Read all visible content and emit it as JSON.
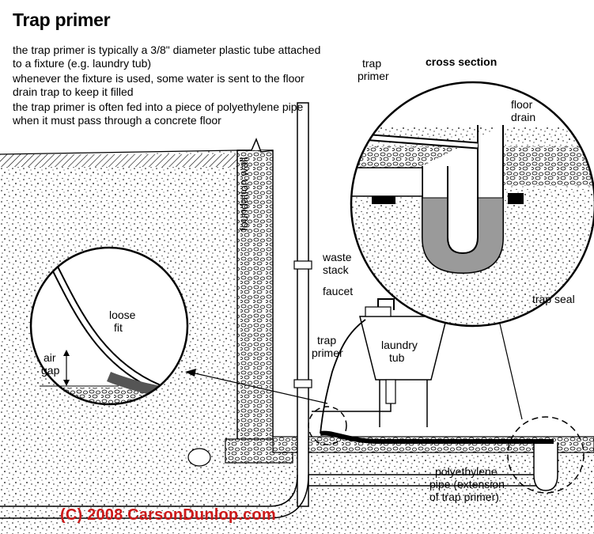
{
  "diagram": {
    "title": "Trap primer",
    "intro": [
      "the trap primer is typically a 3/8\" diameter plastic tube attached to a fixture (e.g. laundry tub)",
      "whenever the fixture is used, some water is sent to the floor drain trap to keep it filled",
      "the trap primer is often fed into a piece of polyethylene pipe when it must pass through a concrete floor"
    ],
    "labels": {
      "cross_section": "cross section",
      "trap_primer_top_1": "trap",
      "trap_primer_top_2": "primer",
      "floor_drain_1": "floor",
      "floor_drain_2": "drain",
      "trap_seal": "trap seal",
      "waste_stack_1": "waste",
      "waste_stack_2": "stack",
      "foundation_wall": "foundation wall",
      "faucet": "faucet",
      "trap_primer_mid_1": "trap",
      "trap_primer_mid_2": "primer",
      "laundry_tub_1": "laundry",
      "laundry_tub_2": "tub",
      "loose_fit_1": "loose",
      "loose_fit_2": "fit",
      "air_gap_1": "air",
      "air_gap_2": "gap",
      "poly_1": "polyethylene",
      "poly_2": "pipe (extension",
      "poly_3": "of trap primer)"
    },
    "copyright": "(C) 2008 CarsonDunlop.com",
    "colors": {
      "ink": "#000000",
      "copyright": "#cc1a1a",
      "water": "#9a9a9a",
      "pipe_fill": "#ffffff"
    }
  }
}
